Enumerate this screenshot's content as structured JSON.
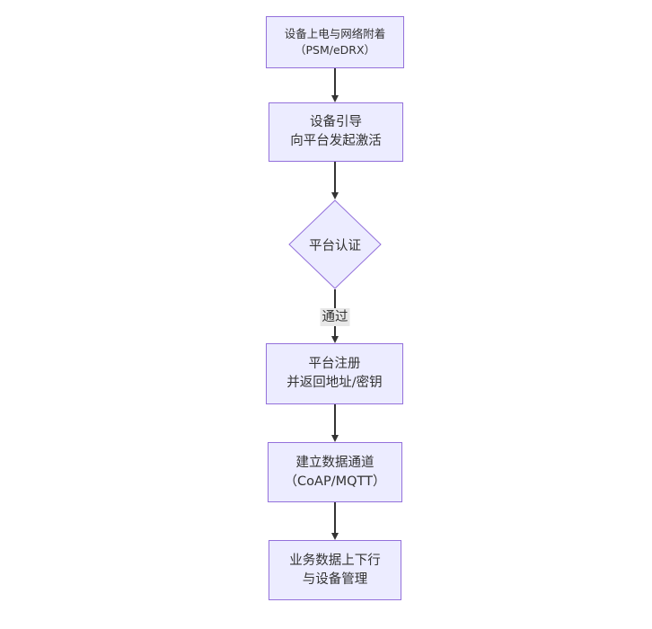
{
  "diagram": {
    "type": "flowchart",
    "direction": "top-down",
    "nodes": [
      {
        "id": "power-attach",
        "shape": "rect",
        "lines": [
          "设备上电与网络附着",
          "（PSM/eDRX）"
        ]
      },
      {
        "id": "bootstrap",
        "shape": "rect",
        "lines": [
          "设备引导",
          "向平台发起激活"
        ]
      },
      {
        "id": "platform-auth",
        "shape": "diamond",
        "lines": [
          "平台认证"
        ]
      },
      {
        "id": "register",
        "shape": "rect",
        "lines": [
          "平台注册",
          "并返回地址/密钥"
        ]
      },
      {
        "id": "data-channel",
        "shape": "rect",
        "lines": [
          "建立数据通道",
          "（CoAP/MQTT）"
        ]
      },
      {
        "id": "business",
        "shape": "rect",
        "lines": [
          "业务数据上下行",
          "与设备管理"
        ]
      }
    ],
    "edges": [
      {
        "from": "power-attach",
        "to": "bootstrap",
        "label": ""
      },
      {
        "from": "bootstrap",
        "to": "platform-auth",
        "label": ""
      },
      {
        "from": "platform-auth",
        "to": "register",
        "label": "通过"
      },
      {
        "from": "register",
        "to": "data-channel",
        "label": ""
      },
      {
        "from": "data-channel",
        "to": "business",
        "label": ""
      }
    ]
  },
  "colors": {
    "canvas_bg": "#ffffff",
    "node_fill": "#ECECFF",
    "node_border": "#9370DB",
    "edge": "#333333",
    "text": "#333333",
    "label_bg": "#e8e8e8"
  }
}
